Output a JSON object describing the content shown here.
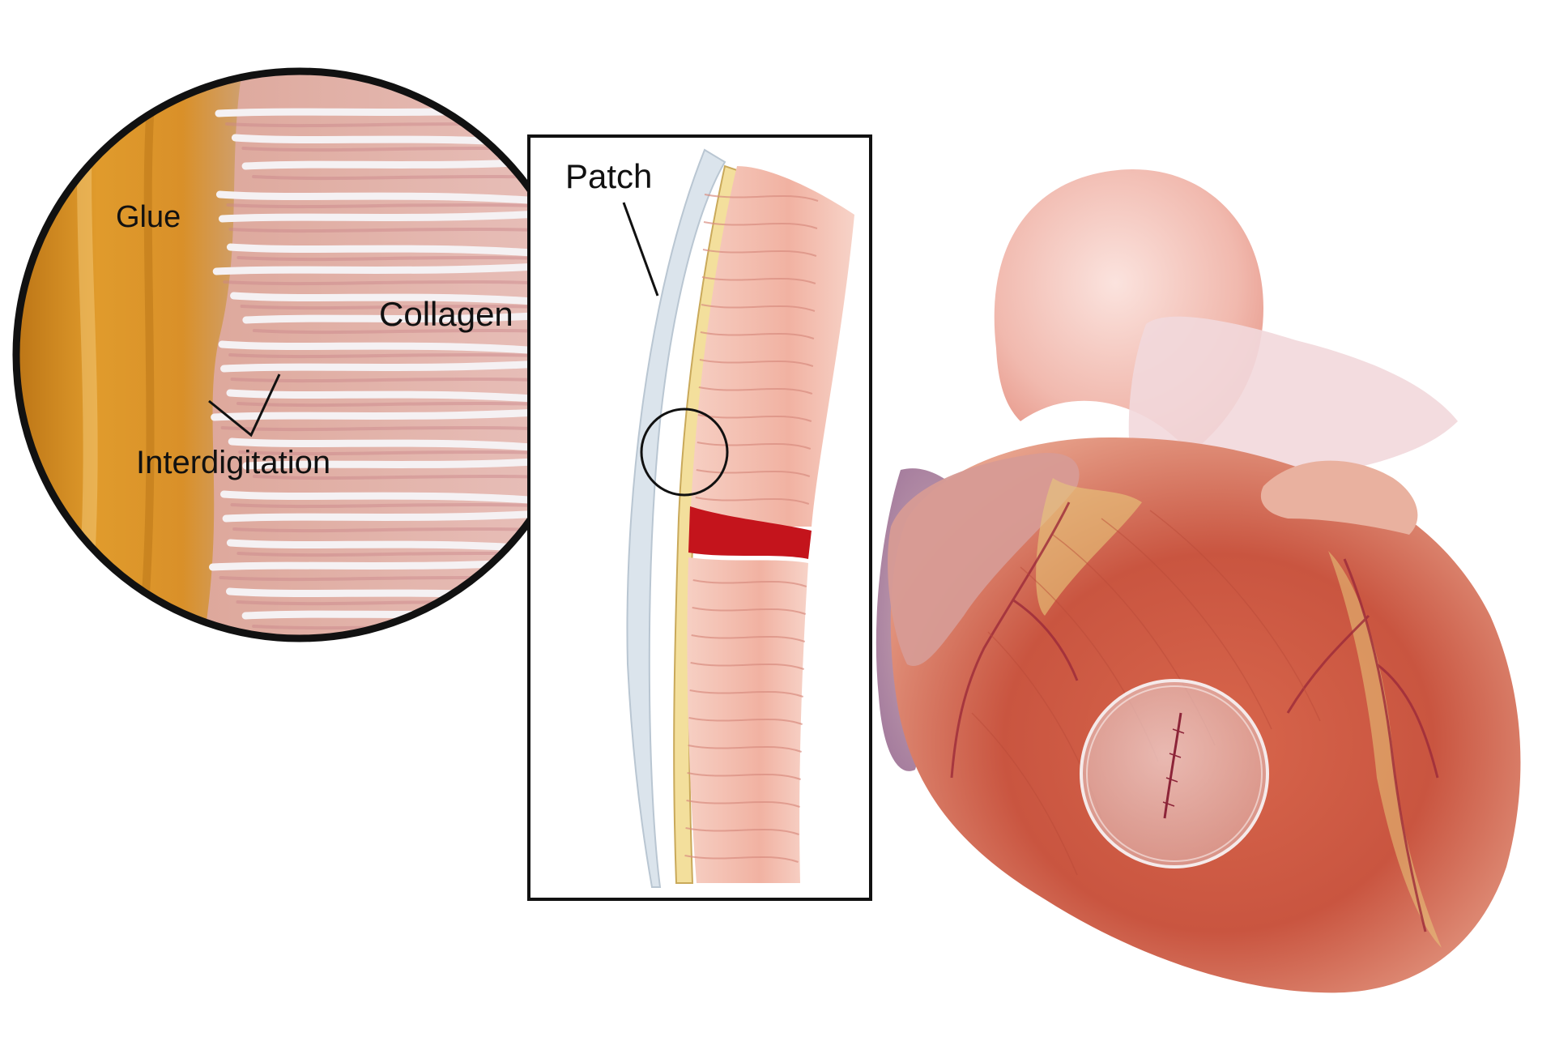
{
  "labels": {
    "glue": "Glue",
    "collagen": "Collagen",
    "interdigitation": "Interdigitation",
    "patch": "Patch"
  },
  "colors": {
    "glue": "#d98f1e",
    "collagen_fiber": "#f4f0f2",
    "tissue": "#f2b4a4",
    "wound": "#c4141c",
    "heart": "#c95540",
    "aorta": "#f3c4bc",
    "patch": "#dfe6ee"
  },
  "icons": [
    "zoom-circle",
    "detail-box",
    "heart-illustration",
    "circular-patch"
  ]
}
